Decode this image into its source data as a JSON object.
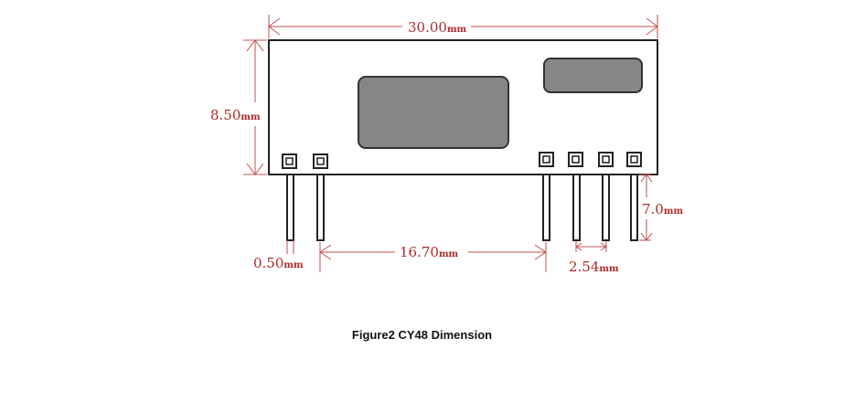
{
  "diagram": {
    "module_name": "CY48",
    "dimensions": {
      "width": {
        "value": "30.00",
        "unit": "mm"
      },
      "height": {
        "value": "8.50",
        "unit": "mm"
      },
      "pin_length": {
        "value": "7.0",
        "unit": "mm"
      },
      "pin_width": {
        "value": "0.50",
        "unit": "mm"
      },
      "pin_gap": {
        "value": "16.70",
        "unit": "mm"
      },
      "pin_pitch": {
        "value": "2.54",
        "unit": "mm"
      }
    },
    "pin_count": 6,
    "colors": {
      "outline": "#222222",
      "dimension": "#b02a2a",
      "component_fill": "#868686"
    }
  },
  "caption": "Figure2 CY48 Dimension"
}
